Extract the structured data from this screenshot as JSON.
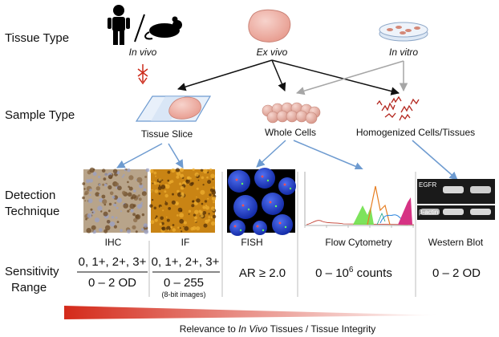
{
  "rows": {
    "tissue_type": "Tissue Type",
    "sample_type": "Sample Type",
    "detection_line1": "Detection",
    "detection_line2": "Technique",
    "sensitivity_line1": "Sensitivity",
    "sensitivity_line2": "Range"
  },
  "tissue_types": {
    "in_vivo": "In vivo",
    "ex_vivo": "Ex vivo",
    "in_vitro": "In vitro"
  },
  "sample_types": {
    "tissue_slice": "Tissue Slice",
    "whole_cells": "Whole Cells",
    "homogenized": "Homogenized Cells/Tissues"
  },
  "techniques": {
    "ihc": "IHC",
    "if": "IF",
    "fish": "FISH",
    "flow": "Flow Cytometry",
    "western": "Western Blot"
  },
  "sensitivity": {
    "ihc_top": "0, 1+, 2+, 3+",
    "ihc_bottom": "0 – 2 OD",
    "if_top": "0, 1+, 2+, 3+",
    "if_bottom": "0 – 255",
    "if_note": "(8-bit images)",
    "fish": "AR ≥ 2.0",
    "flow_prefix": "0 – 10",
    "flow_exp": "6",
    "flow_suffix": " counts",
    "western": "0 – 2 OD"
  },
  "blot_labels": {
    "top": "EGFR",
    "bottom": "β-actin"
  },
  "relevance": {
    "prefix": "Relevance to ",
    "italic": "In Vivo",
    "suffix": " Tissues / Tissue Integrity"
  },
  "colors": {
    "gradient_start": "#d42a1a",
    "gradient_end": "#ffffff",
    "arrow_black": "#111111",
    "arrow_gray": "#a6a6a6",
    "arrow_blue": "#6e9bd0",
    "cross_red": "#cc2a1a"
  }
}
